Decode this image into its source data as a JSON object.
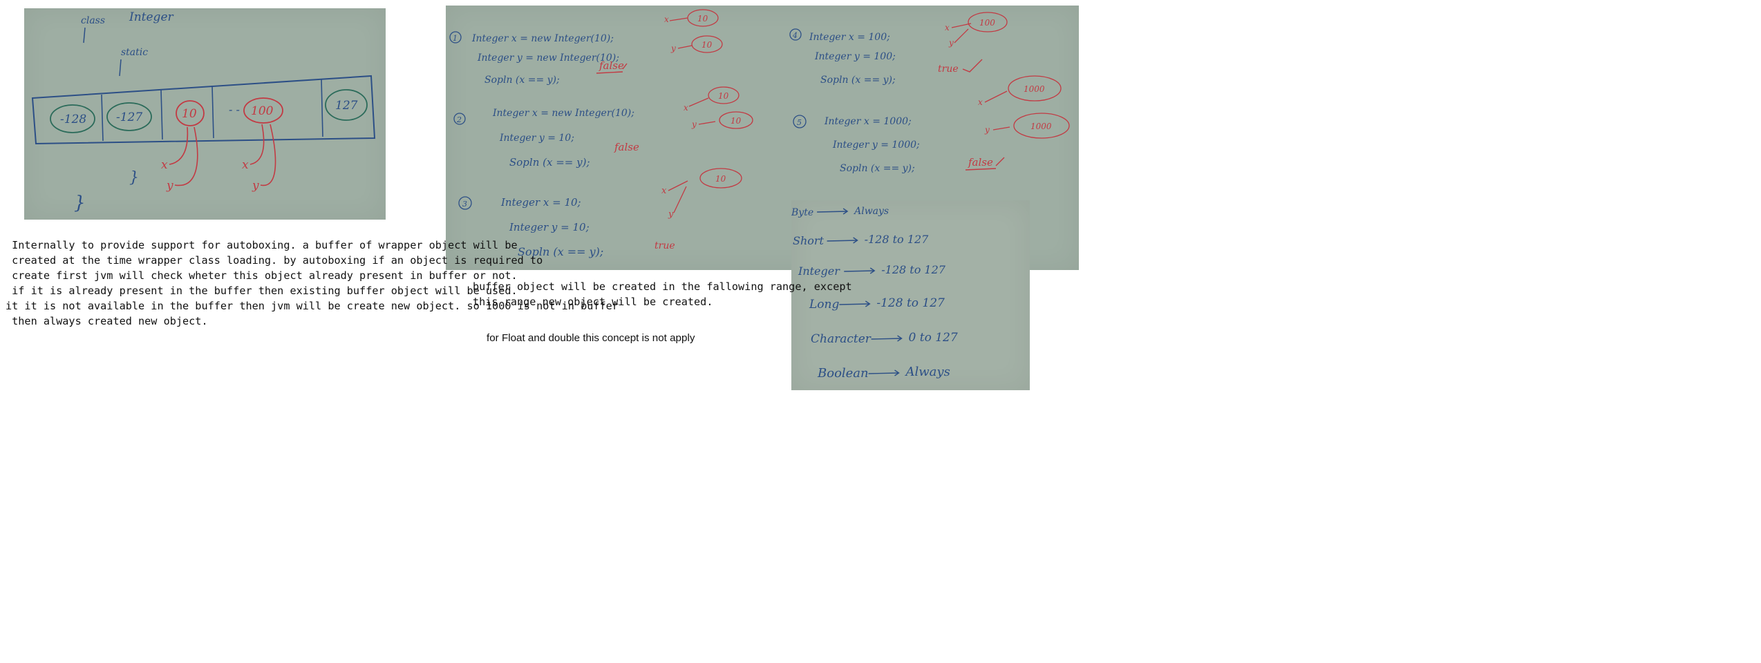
{
  "board1": {
    "class_label": "class",
    "class_name": "Integer",
    "static_label": "static",
    "cells": [
      "-128",
      "-127",
      "10",
      "100",
      "127"
    ],
    "dots": "- -",
    "var_x": "x",
    "var_y": "y"
  },
  "board2": {
    "examples": [
      {
        "num": "1",
        "lines": [
          "Integer x = new Integer(10);",
          "Integer y = new Integer(10);",
          "Sopln (x == y);"
        ],
        "result": "false",
        "refs": [
          "10",
          "10"
        ]
      },
      {
        "num": "2",
        "lines": [
          "Integer x = new Integer(10);",
          "Integer y = 10;",
          "Sopln (x == y);"
        ],
        "result": "false",
        "refs": [
          "10",
          "10"
        ]
      },
      {
        "num": "3",
        "lines": [
          "Integer x = 10;",
          "Integer y = 10;",
          "Sopln (x == y);"
        ],
        "result": "true",
        "refs": [
          "10"
        ]
      },
      {
        "num": "4",
        "lines": [
          "Integer x = 100;",
          "Integer y = 100;",
          "Sopln (x == y);"
        ],
        "result": "true",
        "refs": [
          "100"
        ]
      },
      {
        "num": "5",
        "lines": [
          "Integer x = 1000;",
          "Integer y = 1000;",
          "Sopln (x == y);"
        ],
        "result": "false",
        "refs": [
          "1000",
          "1000"
        ]
      }
    ],
    "var_x": "x",
    "var_y": "y"
  },
  "board3": {
    "rows": [
      {
        "type": "Byte",
        "range": "Always"
      },
      {
        "type": "Short",
        "range": "-128 to 127"
      },
      {
        "type": "Integer",
        "range": "-128 to 127"
      },
      {
        "type": "Long",
        "range": "-128 to 127"
      },
      {
        "type": "Character",
        "range": "0 to 127"
      },
      {
        "type": "Boolean",
        "range": "Always"
      }
    ]
  },
  "notes": {
    "left": [
      " Internally to provide support for autoboxing. a buffer of wrapper object will be",
      " created at the time wrapper class loading. by autoboxing if an object is required to",
      " create first jvm will check wheter this object already present in buffer or not.",
      " if it is already present in the buffer then existing buffer object will be used.",
      "it it is not available in the buffer then jvm will be create new object. so 1000 is not in buffer",
      " then always created new object."
    ],
    "middle": [
      "buffer object will be created in the fallowing range, except",
      "this range new object will be created."
    ],
    "float_note": "for Float and double this concept is not apply"
  },
  "colors": {
    "board": "#9eaea3",
    "chalk_blue": "#2c4f86",
    "chalk_red": "#c23a43",
    "chalk_green": "#2b6b5a"
  }
}
